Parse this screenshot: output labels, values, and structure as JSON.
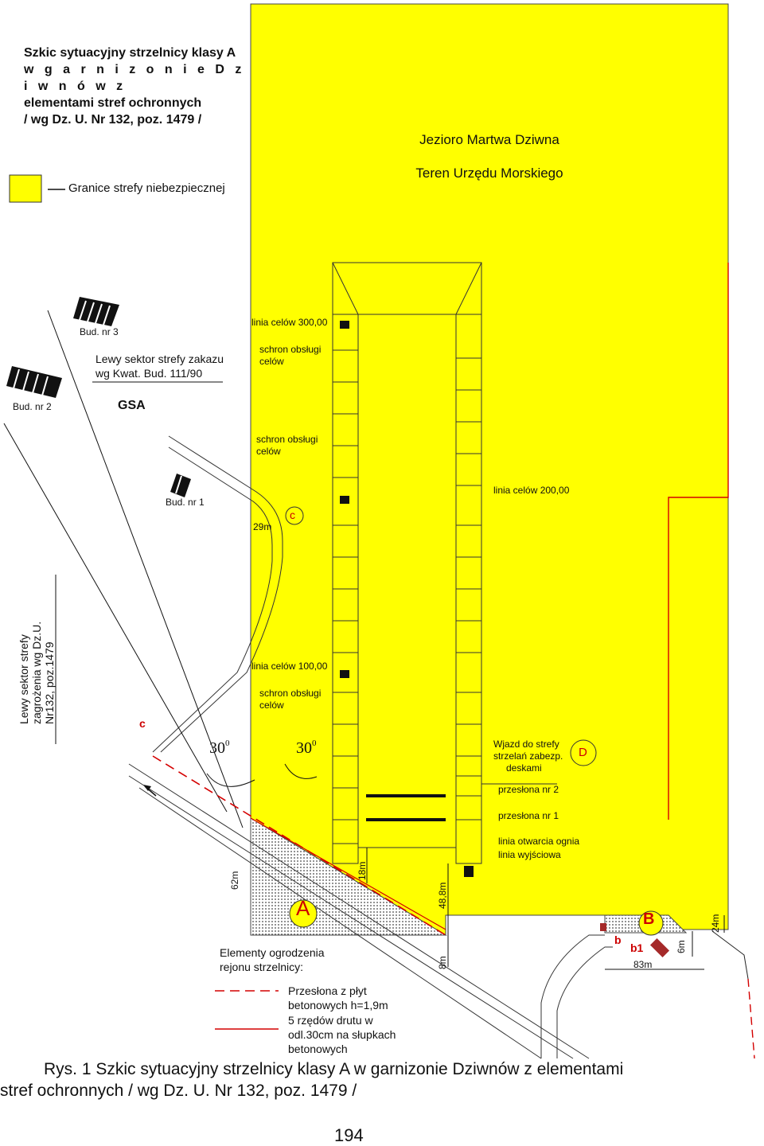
{
  "title": {
    "line1": "Szkic sytuacyjny strzelnicy klasy A",
    "line2": "w  g a r n i z o n i e  D z i w n ó w  z",
    "line3": "elementami stref ochronnych",
    "line4": "/ wg Dz. U. Nr 132, poz. 1479 /"
  },
  "legend": {
    "zone_boundary": "Granice strefy niebezpiecznej",
    "zone_color": "#ffff00"
  },
  "areas": {
    "lake": "Jezioro   Martwa  Dziwna",
    "office": "Teren  Urzędu  Morskiego"
  },
  "buildings": {
    "bud3": "Bud. nr 3",
    "bud2": "Bud. nr 2",
    "bud1": "Bud. nr 1"
  },
  "sectors": {
    "left_ban_line1": "Lewy sektor strefy zakazu",
    "left_ban_line2": "wg Kwat. Bud. 111/90",
    "gsa": "GSA",
    "left_threat_line1": "Lewy sektor strefy",
    "left_threat_line2": "zagrożenia wg Dz.U.",
    "left_threat_line3": "Nr132, poz.1479"
  },
  "lines": {
    "l300": "linia celów 300,00",
    "l200": "linia celów 200,00",
    "l100": "linia celów 100,00",
    "shelter_line1": "schron obsługi",
    "shelter_line2": "celów",
    "fire_open": "linia otwarcia ognia",
    "exit": "linia wyjściowa",
    "baffle2": "przesłona nr 2",
    "baffle1": "przesłona nr 1",
    "entry_line1": "Wjazd do strefy",
    "entry_line2": "strzelań zabezp.",
    "entry_line3": "deskami"
  },
  "marks": {
    "c1": "c",
    "c2": "c",
    "d": "D",
    "a": "A",
    "b": "B",
    "b_small": "b",
    "b1": "b1",
    "angle_left": "30",
    "angle_right": "30",
    "degree": "0",
    "d29": "29m",
    "d62": "62m",
    "d18": "18m",
    "d48": "48,8m",
    "d8": "8m",
    "d83": "83m",
    "d6": "6m",
    "d24": "24m"
  },
  "fence": {
    "heading_line1": "Elementy ogrodzenia",
    "heading_line2": "rejonu strzelnicy:",
    "slab_line1": "Przesłona z płyt",
    "slab_line2": "betonowych  h=1,9m",
    "wire_line1": "5 rzędów drutu w",
    "wire_line2": "odl.30cm na słupkach",
    "wire_line3": "betonowych"
  },
  "caption": {
    "line1": "Rys. 1  Szkic sytuacyjny strzelnicy klasy A w garnizonie Dziwnów z elementami",
    "line2": "stref ochronnych / wg Dz. U. Nr 132, poz. 1479 /"
  },
  "page_number": "194"
}
